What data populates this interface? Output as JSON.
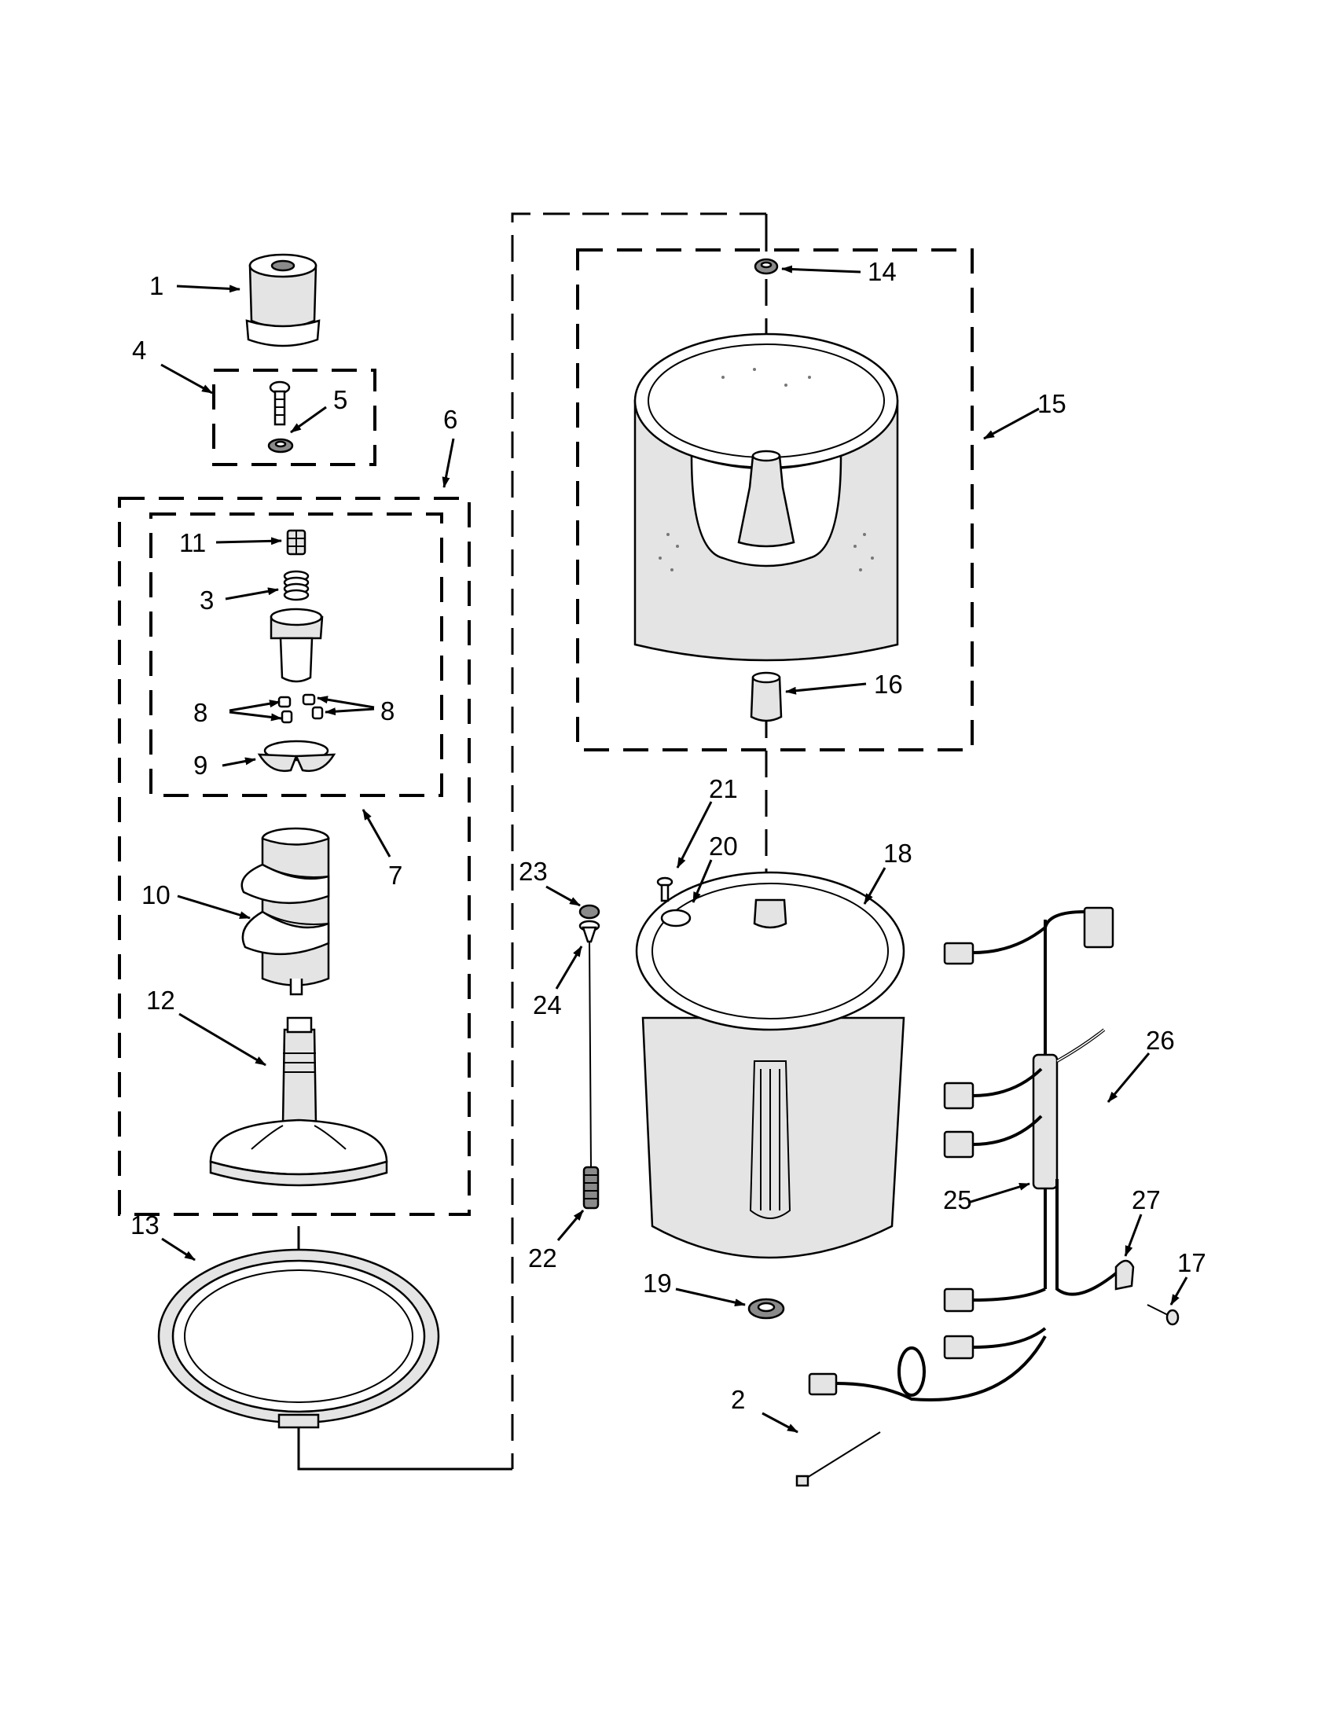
{
  "callouts": {
    "c1": "1",
    "c2": "2",
    "c3": "3",
    "c4": "4",
    "c5": "5",
    "c6": "6",
    "c7": "7",
    "c8a": "8",
    "c8b": "8",
    "c9": "9",
    "c10": "10",
    "c11": "11",
    "c12": "12",
    "c13": "13",
    "c14": "14",
    "c15": "15",
    "c16": "16",
    "c17": "17",
    "c18": "18",
    "c19": "19",
    "c20": "20",
    "c21": "21",
    "c22": "22",
    "c23": "23",
    "c24": "24",
    "c25": "25",
    "c26": "26",
    "c27": "27"
  }
}
